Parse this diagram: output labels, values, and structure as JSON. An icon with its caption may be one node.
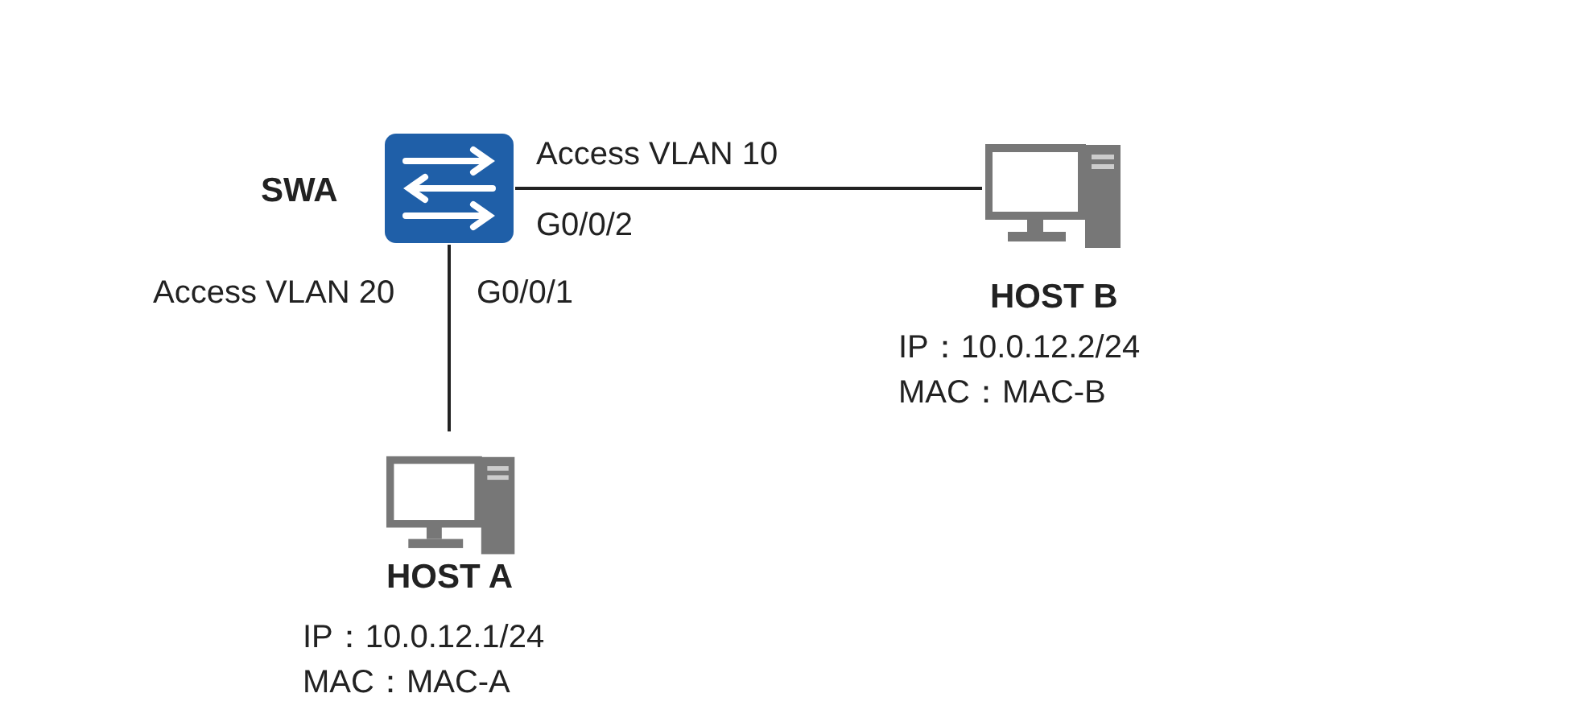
{
  "diagram": {
    "nodes": [
      {
        "text": [
          "SWA"
        ]
      },
      {
        "text": [
          "HOST B"
        ],
        "beside": [
          "IP：10.0.12.2/24",
          "MAC：MAC-B"
        ]
      },
      {
        "text": [
          "HOST A"
        ],
        "beside": [
          "IP：10.0.12.1/24",
          "MAC：MAC-A"
        ]
      }
    ],
    "edges": [
      {
        "from": 0,
        "to": 1,
        "arrow": "none"
      },
      {
        "from": 0,
        "to": 2,
        "arrow": "none"
      }
    ],
    "labels": [
      "Access VLAN 10",
      "G0/0/2",
      "Access VLAN 20",
      "G0/0/1"
    ]
  }
}
